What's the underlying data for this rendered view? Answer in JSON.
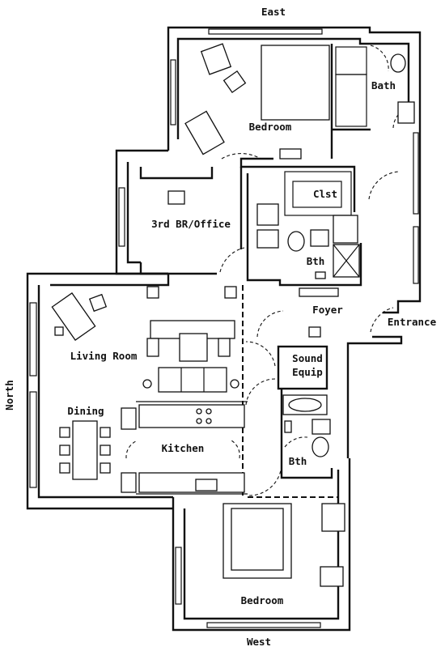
{
  "compass": {
    "east": "East",
    "west": "West",
    "north": "North"
  },
  "rooms": {
    "bedroom_east": "Bedroom",
    "bath": "Bath",
    "closet": "Clst",
    "office": "3rd BR/Office",
    "bath_small": "Bth",
    "foyer": "Foyer",
    "entrance": "Entrance",
    "living_room": "Living Room",
    "sound_line1": "Sound",
    "sound_line2": "Equip",
    "dining": "Dining",
    "kitchen": "Kitchen",
    "bath_west": "Bth",
    "bedroom_west": "Bedroom"
  },
  "colors": {
    "ink": "#111111",
    "paper": "#ffffff"
  }
}
